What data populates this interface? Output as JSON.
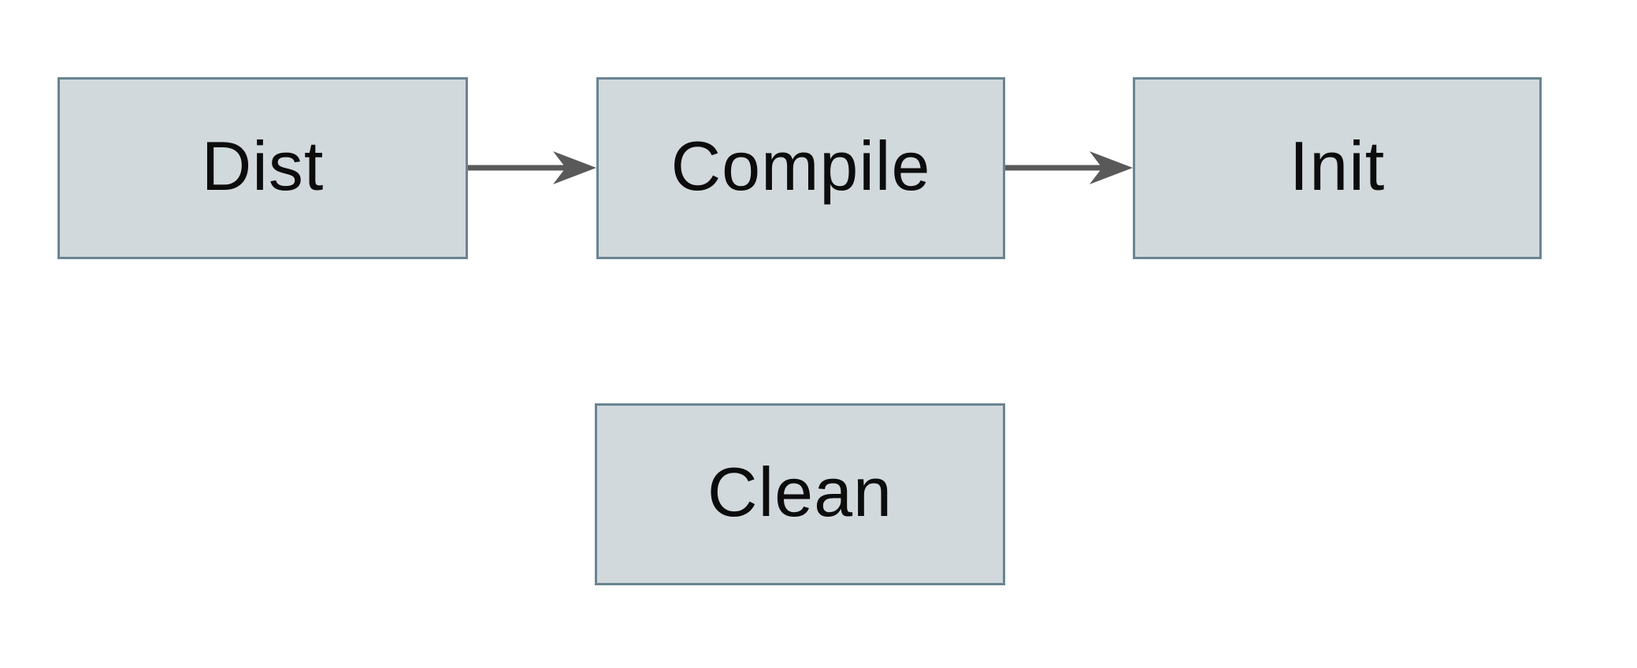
{
  "diagram": {
    "title": "build-targets-flowchart",
    "colors": {
      "bg": "#ffffff",
      "node_fill": "#d2d9dc",
      "node_border": "#6a8492",
      "arrow": "#595959",
      "text": "#0c0c0c"
    },
    "nodes": [
      {
        "id": "dist",
        "label": "Dist"
      },
      {
        "id": "compile",
        "label": "Compile"
      },
      {
        "id": "init",
        "label": "Init"
      },
      {
        "id": "clean",
        "label": "Clean"
      }
    ],
    "edges": [
      {
        "from": "Dist",
        "to": "Compile",
        "direction": "right"
      },
      {
        "from": "Compile",
        "to": "Init",
        "direction": "right"
      }
    ]
  }
}
